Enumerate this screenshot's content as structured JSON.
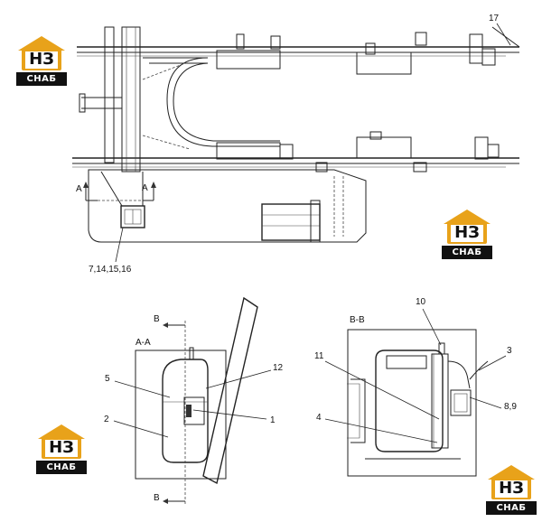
{
  "logos": [
    {
      "mark": "НЗ",
      "brand": "СНАБ"
    },
    {
      "mark": "НЗ",
      "brand": "СНАБ"
    },
    {
      "mark": "НЗ",
      "brand": "СНАБ"
    },
    {
      "mark": "НЗ",
      "brand": "СНАБ"
    }
  ],
  "top_view": {
    "callout_17": "17",
    "callout_7_16": "7,14,15,16",
    "section_mark_left": "A",
    "section_mark_right": "A"
  },
  "section_aa": {
    "title": "A-A",
    "view_mark_top": "B",
    "view_mark_bottom": "B",
    "callouts": {
      "c5": "5",
      "c2": "2",
      "c12": "12",
      "c1": "1"
    }
  },
  "section_bb": {
    "title": "B-B",
    "callouts": {
      "c10": "10",
      "c11": "11",
      "c3": "3",
      "c4": "4",
      "c89": "8,9"
    }
  }
}
